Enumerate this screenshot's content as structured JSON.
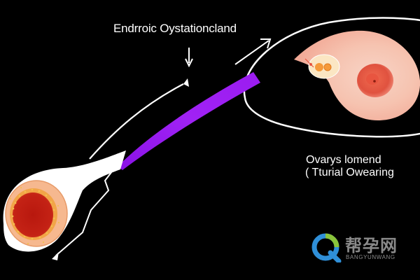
{
  "labels": {
    "top": "Endrroic Oystationcland",
    "ovary_line1": "Ovarys lomend",
    "ovary_line2": "( Tturial Owearing"
  },
  "watermark": {
    "chinese": "帮孕网",
    "latin": "BANGYUNWANG"
  },
  "colors": {
    "background": "#000000",
    "tube": "#9b1cf0",
    "outline": "#ffffff",
    "ovary_tissue": "#f6c7b5",
    "ovary_center": "#e0523f",
    "uterus_lining": "#c42215",
    "uterus_dots": "#f0a030",
    "watermark_blue": "#2f8fd8",
    "watermark_green": "#8ac43a"
  }
}
